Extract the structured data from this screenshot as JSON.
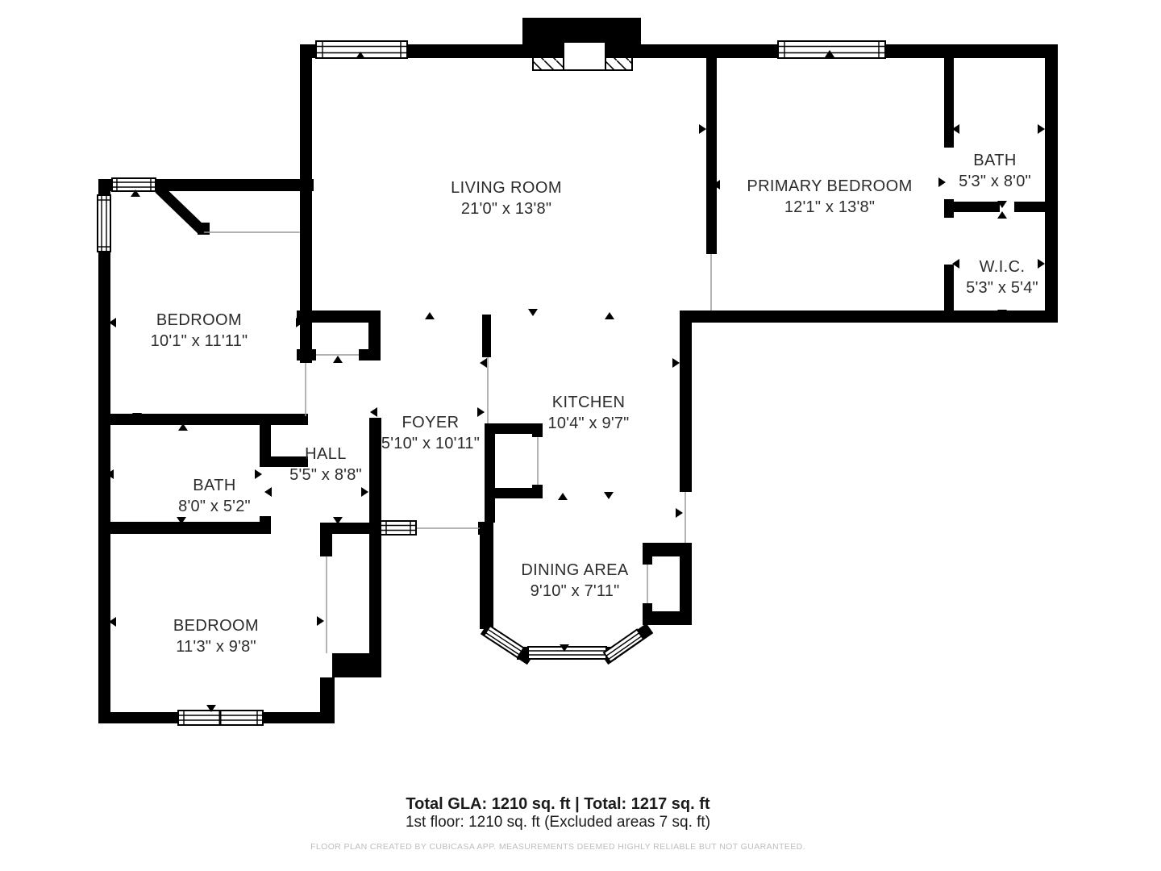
{
  "plan": {
    "rooms": [
      {
        "id": "living-room",
        "name": "LIVING ROOM",
        "dims": "21'0\" x 13'8\""
      },
      {
        "id": "primary-bedroom",
        "name": "PRIMARY BEDROOM",
        "dims": "12'1\" x 13'8\""
      },
      {
        "id": "bath-primary",
        "name": "BATH",
        "dims": "5'3\" x 8'0\""
      },
      {
        "id": "wic",
        "name": "W.I.C.",
        "dims": "5'3\" x 5'4\""
      },
      {
        "id": "bedroom-top-left",
        "name": "BEDROOM",
        "dims": "10'1\" x 11'11\""
      },
      {
        "id": "foyer",
        "name": "FOYER",
        "dims": "5'10\" x 10'11\""
      },
      {
        "id": "hall",
        "name": "HALL",
        "dims": "5'5\" x 8'8\""
      },
      {
        "id": "kitchen",
        "name": "KITCHEN",
        "dims": "10'4\" x 9'7\""
      },
      {
        "id": "bath-left",
        "name": "BATH",
        "dims": "8'0\" x 5'2\""
      },
      {
        "id": "dining-area",
        "name": "DINING AREA",
        "dims": "9'10\" x 7'11\""
      },
      {
        "id": "bedroom-bottom",
        "name": "BEDROOM",
        "dims": "11'3\" x 9'8\""
      }
    ]
  },
  "footer": {
    "totals_bold": "Total GLA: 1210 sq. ft | Total: 1217 sq. ft",
    "floor_line": "1st floor: 1210 sq. ft (Excluded areas 7 sq. ft)",
    "disclaimer": "FLOOR PLAN CREATED BY CUBICASA APP. MEASUREMENTS DEEMED HIGHLY RELIABLE BUT NOT GUARANTEED."
  },
  "colors": {
    "wall": "#000000",
    "text": "#2c2c2c",
    "disclaimer": "#bdbdbd",
    "background": "#ffffff",
    "opening_line": "#9a9a9a"
  }
}
